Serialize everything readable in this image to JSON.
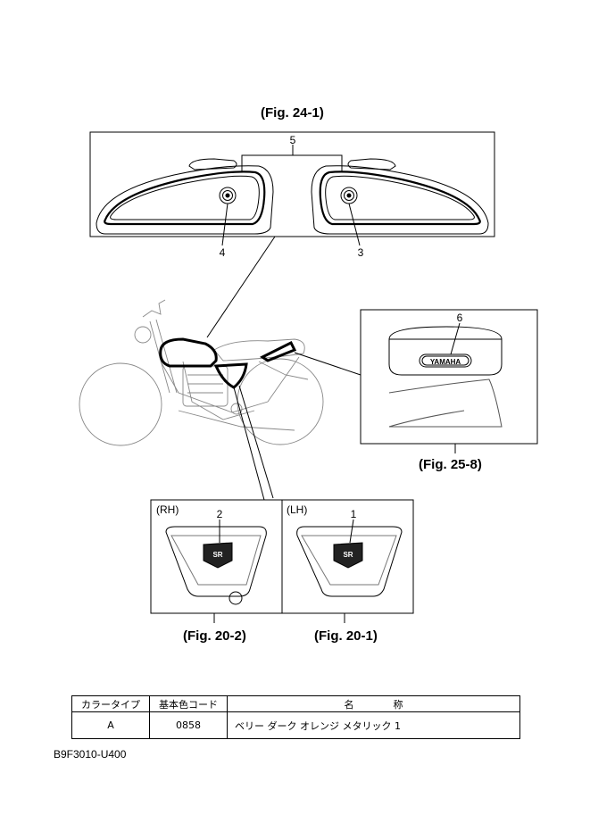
{
  "figures": {
    "top": "(Fig. 24-1)",
    "right": "(Fig. 25-8)",
    "bottom_left": "(Fig. 20-2)",
    "bottom_right": "(Fig. 20-1)"
  },
  "callouts": [
    "1",
    "2",
    "3",
    "4",
    "5",
    "6"
  ],
  "sides": {
    "rh": "(RH)",
    "lh": "(LH)"
  },
  "emblem_text": "YAMAHA",
  "side_cover_badge": "SR",
  "table": {
    "headers": [
      "カラータイプ",
      "基本色コード",
      "名　　　　称"
    ],
    "rows": [
      [
        "A",
        "0858",
        "ベリー ダーク オレンジ メタリック 1"
      ]
    ]
  },
  "diagram_code": "B9F3010-U400"
}
